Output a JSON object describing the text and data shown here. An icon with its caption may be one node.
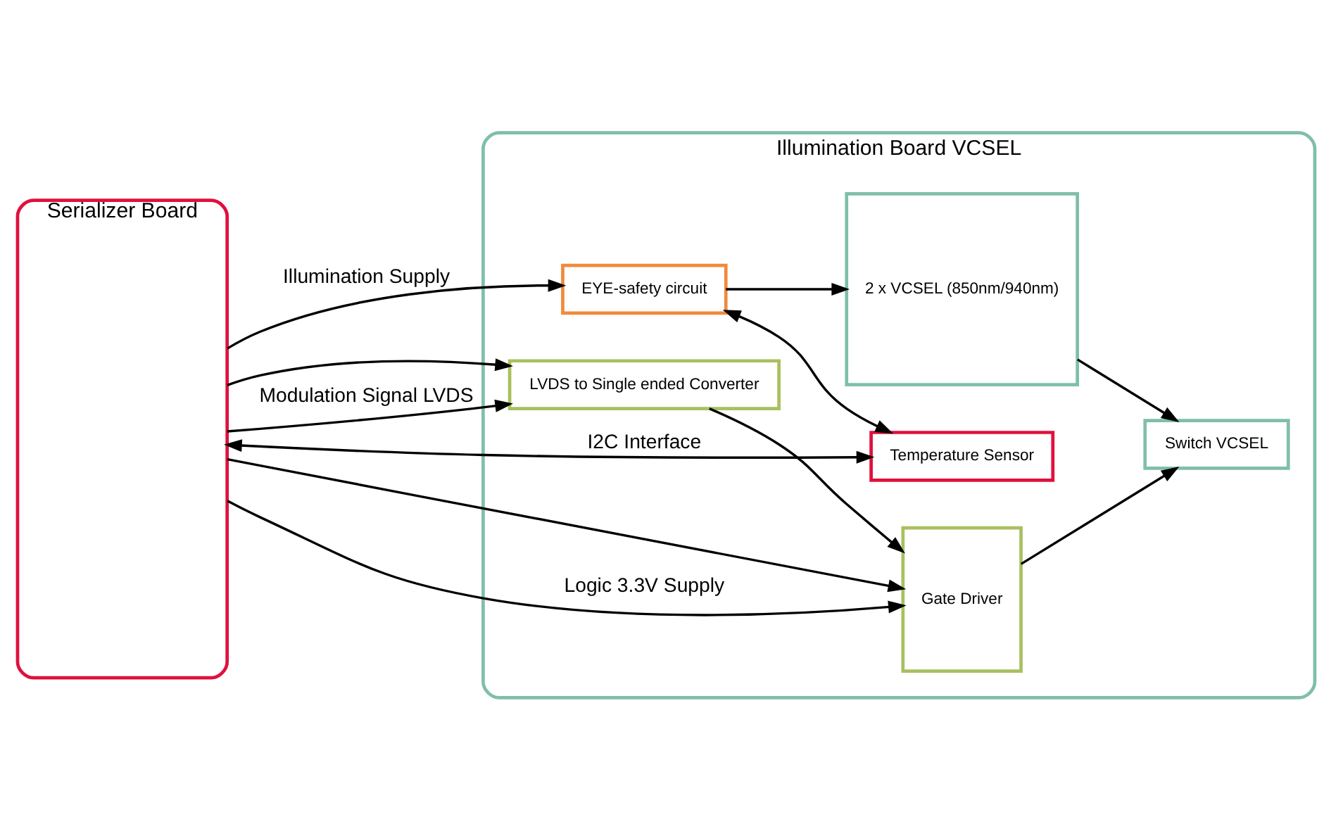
{
  "diagram": {
    "nodes": [
      {
        "text": [
          "Serializer Board"
        ]
      },
      {
        "text": [
          "Illumination Board VCSEL"
        ]
      },
      {
        "text": [
          "EYE-safety circuit"
        ],
        "in": 1
      },
      {
        "text": [
          "Temperature Sensor"
        ],
        "in": 1
      },
      {
        "text": [
          "2 x VCSEL (850nm/940nm)"
        ],
        "in": 1
      },
      {
        "text": [
          "LVDS to Single ended Converter"
        ],
        "in": 1
      },
      {
        "text": [
          "Gate Driver"
        ],
        "in": 1
      },
      {
        "text": [
          "Switch VCSEL"
        ],
        "in": 1
      }
    ],
    "edges": [
      {
        "from": 0,
        "to": 2,
        "arrow": "to",
        "label": "Illumination Supply"
      },
      {
        "from": 0,
        "to": 6,
        "arrow": "to"
      },
      {
        "from": 0,
        "to": 6,
        "arrow": "to",
        "label": "Logic 3.3V Supply"
      },
      {
        "from": 0,
        "to": 5,
        "arrow": "to"
      },
      {
        "from": 0,
        "to": 3,
        "arrow": "both",
        "label": "I2C Interface"
      },
      {
        "from": 2,
        "to": 3,
        "arrow": "both"
      },
      {
        "from": 2,
        "to": 4,
        "arrow": "to"
      },
      {
        "from": 4,
        "to": 7,
        "arrow": "to"
      },
      {
        "from": 0,
        "to": 5,
        "arrow": "to",
        "label": "Modulation Signal LVDS"
      },
      {
        "from": 5,
        "to": 6,
        "arrow": "to"
      },
      {
        "from": 6,
        "to": 7,
        "arrow": "to"
      }
    ]
  }
}
